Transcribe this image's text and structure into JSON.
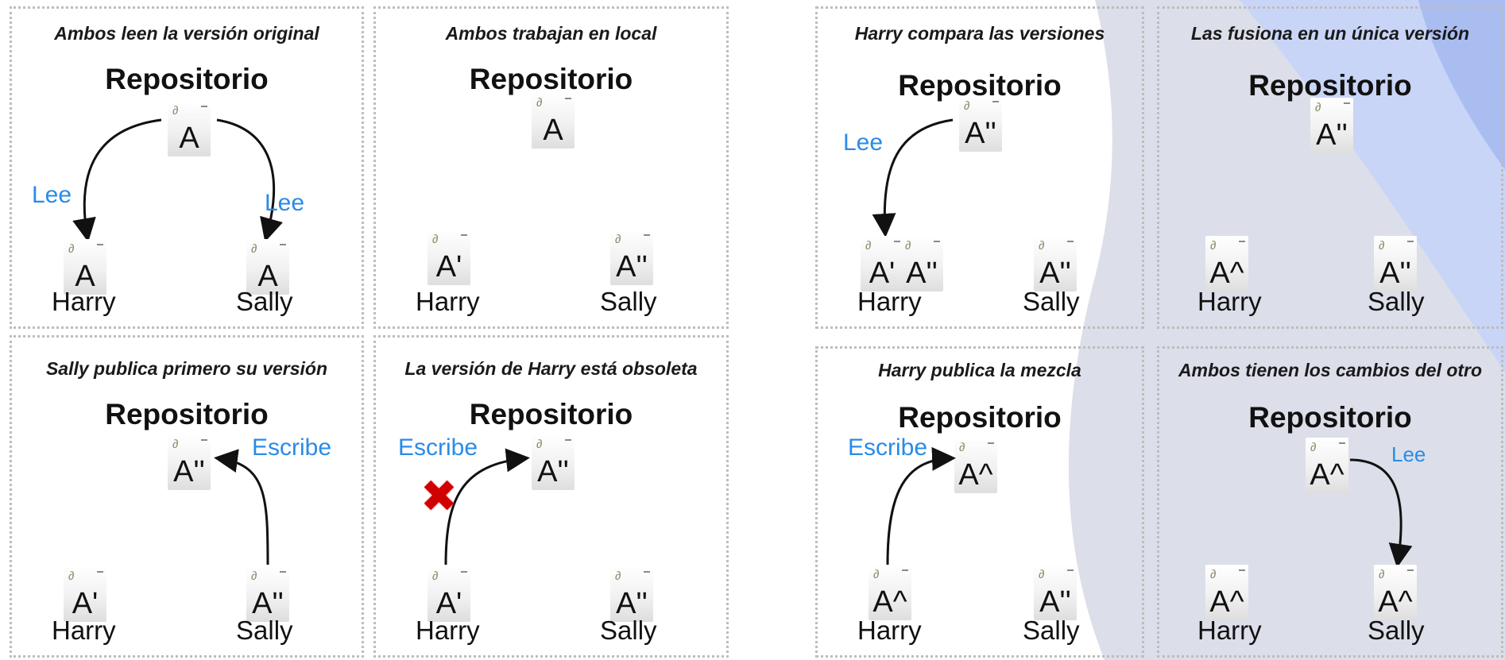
{
  "common": {
    "repo": "Repositorio",
    "harry": "Harry",
    "sally": "Sally",
    "lee": "Lee",
    "escribe": "Escribe"
  },
  "panels": [
    {
      "caption": "Ambos leen la versión original",
      "repo_file": "A",
      "harry_file": "A",
      "sally_file": "A"
    },
    {
      "caption": "Ambos trabajan en local",
      "repo_file": "A",
      "harry_file": "A'",
      "sally_file": "A''"
    },
    {
      "caption": "Sally publica primero su versión",
      "repo_file": "A''",
      "harry_file": "A'",
      "sally_file": "A''"
    },
    {
      "caption": "La versión de Harry está obsoleta",
      "repo_file": "A''",
      "harry_file": "A'",
      "sally_file": "A''"
    },
    {
      "caption": "Harry compara las versiones",
      "repo_file": "A''",
      "harry_file": "A'",
      "harry_file_2": "A''",
      "sally_file": "A''"
    },
    {
      "caption": "Las fusiona en un única versión",
      "repo_file": "A''",
      "harry_file": "A^",
      "sally_file": "A''"
    },
    {
      "caption": "Harry publica la mezcla",
      "repo_file": "A^",
      "harry_file": "A^",
      "sally_file": "A''"
    },
    {
      "caption": "Ambos tienen los cambios del otro",
      "repo_file": "A^",
      "harry_file": "A^",
      "sally_file": "A^"
    }
  ],
  "colors": {
    "blue_label": "#2a8be8",
    "error_mark": "#d10000",
    "band_grey": "#dcdfe9",
    "band_blue": "#c7d3f6"
  }
}
